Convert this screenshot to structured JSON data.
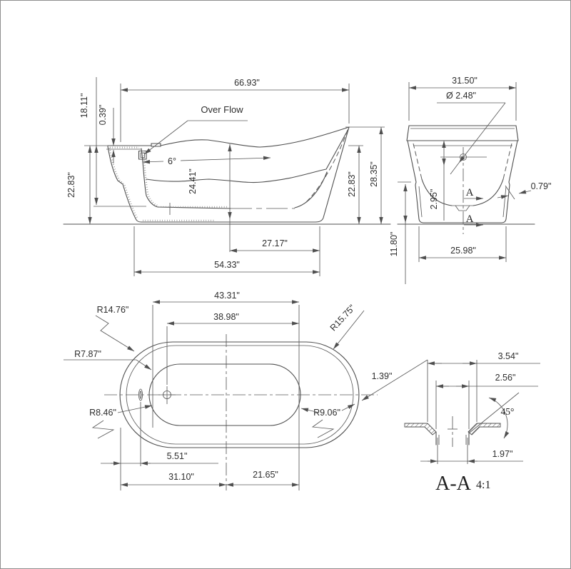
{
  "drawing": {
    "type": "bathtub-dimension-drawing",
    "colors": {
      "line": "#4f4f4f",
      "text": "#2e2e2e",
      "background": "#ffffff"
    },
    "side_view": {
      "overall_length": "66.93\"",
      "rim_to_floor_depth": "18.11\"",
      "rim_thickness": "0.39\"",
      "overflow_label": "Over Flow",
      "slope_angle": "6°",
      "inner_depth": "24.41\"",
      "height_left": "22.83\"",
      "height_right": "22.83\"",
      "overall_height": "28.35\"",
      "center_to_base_end": "27.17\"",
      "base_length": "54.33\""
    },
    "end_view": {
      "overall_width": "31.50\"",
      "overflow_diameter": "Ø 2.48\"",
      "overflow_drop": "2.95\"",
      "wall_thickness": "0.79\"",
      "base_height": "11.80\"",
      "base_width": "25.98\"",
      "section_letter_top": "A",
      "section_letter_bottom": "A"
    },
    "plan_view": {
      "inner_length": "43.31\"",
      "drain_to_end": "38.98\"",
      "radius_outer_left": "R14.76\"",
      "radius_inner_left": "R7.87\"",
      "radius_outer_right": "R15.75\"",
      "radius_bowl_left": "R8.46\"",
      "radius_bowl_right": "R9.06\"",
      "rim_gap": "1.39\"",
      "edge_to_overflow": "5.51\"",
      "left_to_center": "31.10\"",
      "center_to_bowl_end": "21.65\""
    },
    "detail_view": {
      "top_diameter": "3.54\"",
      "mid_diameter": "2.56\"",
      "chamfer_angle": "45°",
      "bottom_diameter": "1.97\"",
      "section_label": "A-A",
      "scale": "4:1"
    }
  }
}
